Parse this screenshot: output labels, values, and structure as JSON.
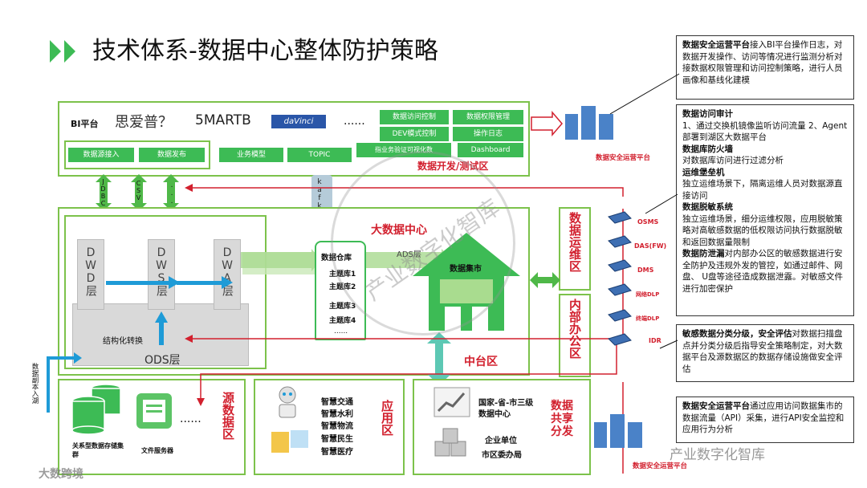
{
  "title": "技术体系-数据中心整体防护策略",
  "bi": {
    "label": "BI平台",
    "tools": [
      "思爱普？",
      "5MARTB",
      "......"
    ],
    "logo_text": "daVinci",
    "right_buttons": [
      "数据访问控制",
      "数据权限管理",
      "DEV模式控制",
      "操作日志"
    ],
    "row2_buttons": [
      "数据源接入",
      "数据发布"
    ],
    "row2_mid": [
      "业务模型",
      "TOPIC",
      "指业务验证可视化数",
      "Dashboard"
    ],
    "zone_label": "数据开发/测试区"
  },
  "connectors": {
    "jdbc": "JDBC",
    "csv": "CSV",
    "dots": "...",
    "kafka": "kafka"
  },
  "bigdata": {
    "label": "大数据中心",
    "layers": {
      "dwd": "DWD层",
      "dws": "DWS层",
      "dwa": "DWA层",
      "ods": "ODS层"
    },
    "struct": "结构化转换",
    "warehouse": "数据仓库",
    "topics": [
      "主题库1",
      "主题库2",
      "主题库3",
      "主题库4",
      "......"
    ],
    "ads": "ADS层",
    "market": "数据集市"
  },
  "ops_zone": "数据运维区",
  "office_zone": "内部办公区",
  "middle_zone": "中台区",
  "source": {
    "label": "源数据区",
    "db_label": "关系型数据存储集群",
    "file_label": "文件服务器",
    "more": "......"
  },
  "apps": {
    "label": "应用区",
    "items": [
      "智慧交通",
      "智慧水利",
      "智慧物流",
      "智慧民生",
      "智慧医疗"
    ]
  },
  "share": {
    "label": "数据共享分发",
    "line1": "国家-省-市三级数据中心",
    "line2": "企业单位",
    "line3": "市区委办局"
  },
  "lake_label": "数据副本入湖",
  "security_icons": [
    "OSMS",
    "DAS(FW)",
    "DMS",
    "网络DLP",
    "终端DLP",
    "IDR"
  ],
  "platform_label_top": "数据安全运营平台",
  "platform_label_bottom": "数据安全运营平台",
  "note1": {
    "bold": "数据安全运营平台",
    "text": "接入BI平台操作日志，对数据开发操作、访问等情况进行监测分析对接数据权限管理和访问控制策略，进行人员画像和基线化建模"
  },
  "note2": {
    "items": [
      {
        "h": "数据访问审计",
        "t": "1、通过交换机镜像监听访问流量 2、Agent部署到湖区大数据平台"
      },
      {
        "h": "数据库防火墙",
        "t": "对数据库访问进行过滤分析"
      },
      {
        "h": "运维堡垒机",
        "t": "独立运维场景下，隔离运维人员对数据源直接访问"
      },
      {
        "h": "数据脱敏系统",
        "t": "独立运维场景，细分运维权限，应用脱敏策略对高敏感数据的低权限访问执行数据脱敏和返回数据量限制"
      },
      {
        "h": "数据防泄漏",
        "t": "对内部办公区的敏感数据进行安全防护及违规外发的管控，如通过邮件、网盘、 U盘等途径造成数据泄露。对敏感文件进行加密保护"
      }
    ]
  },
  "note3": {
    "bold": "敏感数据分类分级，安全评估",
    "text": "对数据扫描盘点并分类分级后指导安全策略制定，对大数据平台及源数据区的数据存储设施做安全评估"
  },
  "note4": {
    "bold": "数据安全运营平台",
    "text": "通过应用访问数据集市的数据流量（API）采集，进行API安全监控和应用行为分析"
  },
  "watermark": "产业数字化智库",
  "footer_left": "大数跨境",
  "footer_right": "产业数字化智库",
  "colors": {
    "green": "#3dbb55",
    "border": "#7cc24b",
    "red": "#d2202e",
    "blue": "#1e9bd7"
  }
}
